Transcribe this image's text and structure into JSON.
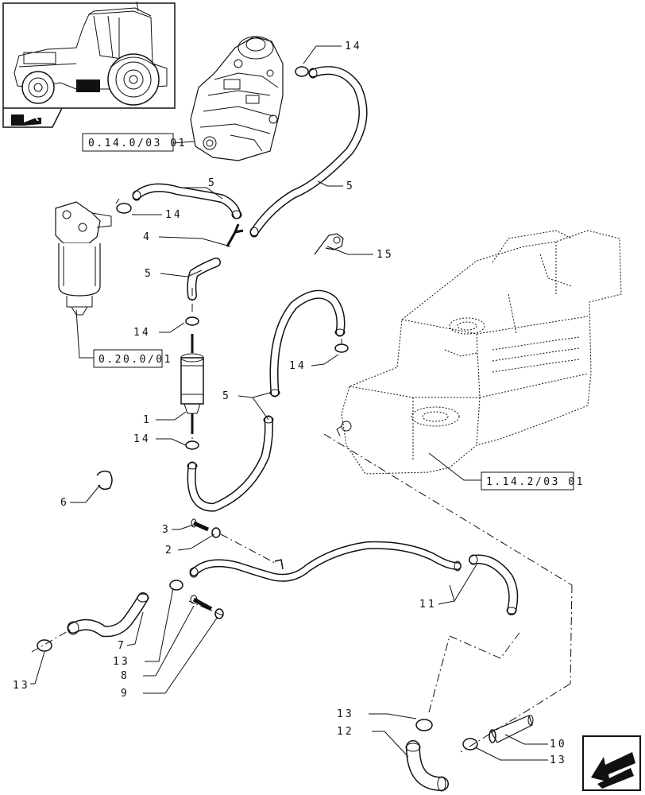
{
  "callouts": {
    "c14_top": "14",
    "c5_top": "5",
    "c5_left": "5",
    "c14_left": "14",
    "c4": "4",
    "c15": "15",
    "c5_mid": "5",
    "c14_filter": "14",
    "c14_right": "14",
    "c5_hose": "5",
    "c1": "1",
    "c14_lower": "14",
    "c6": "6",
    "c3": "3",
    "c2": "2",
    "c11": "11",
    "c7": "7",
    "c13_a": "13",
    "c8": "8",
    "c9": "9",
    "c13_b": "13",
    "c13_c": "13",
    "c12": "12",
    "c10": "10",
    "c13_d": "13"
  },
  "references": {
    "injection_pump": "0.14.0/03 01",
    "fuel_filter": "0.20.0/01",
    "fuel_tank": "1.14.2/03 01"
  }
}
